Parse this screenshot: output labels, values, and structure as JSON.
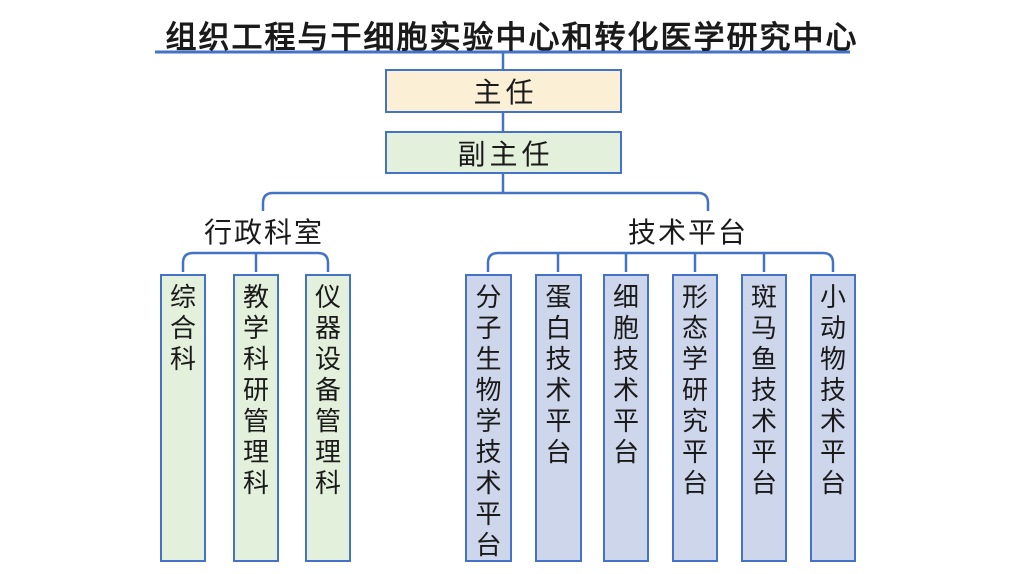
{
  "title": "组织工程与干细胞实验中心和转化医学研究中心",
  "org": {
    "director": "主任",
    "deputy": "副主任",
    "branches": [
      {
        "label": "行政科室",
        "children": [
          "综合科",
          "教学科研管理科",
          "仪器设备管理科"
        ]
      },
      {
        "label": "技术平台",
        "children": [
          "分子生物学技术平台",
          "蛋白技术平台",
          "细胞技术平台",
          "形态学研究平台",
          "斑马鱼技术平台",
          "小动物技术平台"
        ]
      }
    ]
  },
  "colors": {
    "connector_blue": "#4472C4",
    "box_border_blue": "#4472C4",
    "director_fill_yellow": "#FBEFD5",
    "admin_fill_green": "#E3F0DC",
    "platform_fill_blue": "#CDD6EA",
    "text_black": "#1A1A1A",
    "background": "#FFFFFF"
  }
}
